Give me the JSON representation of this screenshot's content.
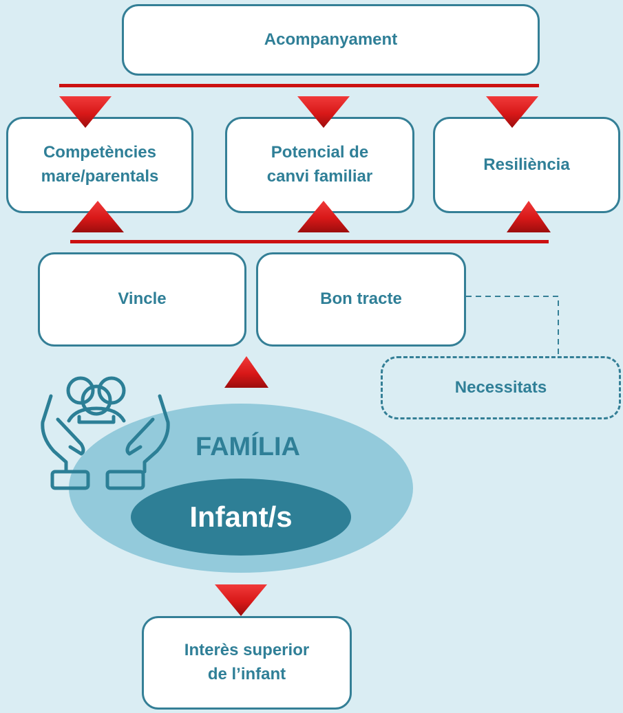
{
  "top": {
    "label": "Acompanyament"
  },
  "pillars": [
    {
      "label": "Competències\nmare/parentals"
    },
    {
      "label": "Potencial de\ncanvi familiar"
    },
    {
      "label": "Resiliència"
    }
  ],
  "foundations": [
    {
      "label": "Vincle"
    },
    {
      "label": "Bon tracte"
    }
  ],
  "needs": {
    "label": "Necessitats"
  },
  "family": {
    "label": "FAMÍLIA",
    "child_label": "Infant/s"
  },
  "outcome": {
    "label": "Interès superior\nde l’infant"
  },
  "colors": {
    "background": "#daedf3",
    "box_border": "#347f96",
    "text": "#2f7f97",
    "bar": "#cc1111",
    "arrow": "#d81818",
    "family_ellipse": "#93cadb",
    "child_ellipse": "#2e7f96"
  },
  "icons": {
    "family": "family-hands-icon"
  }
}
